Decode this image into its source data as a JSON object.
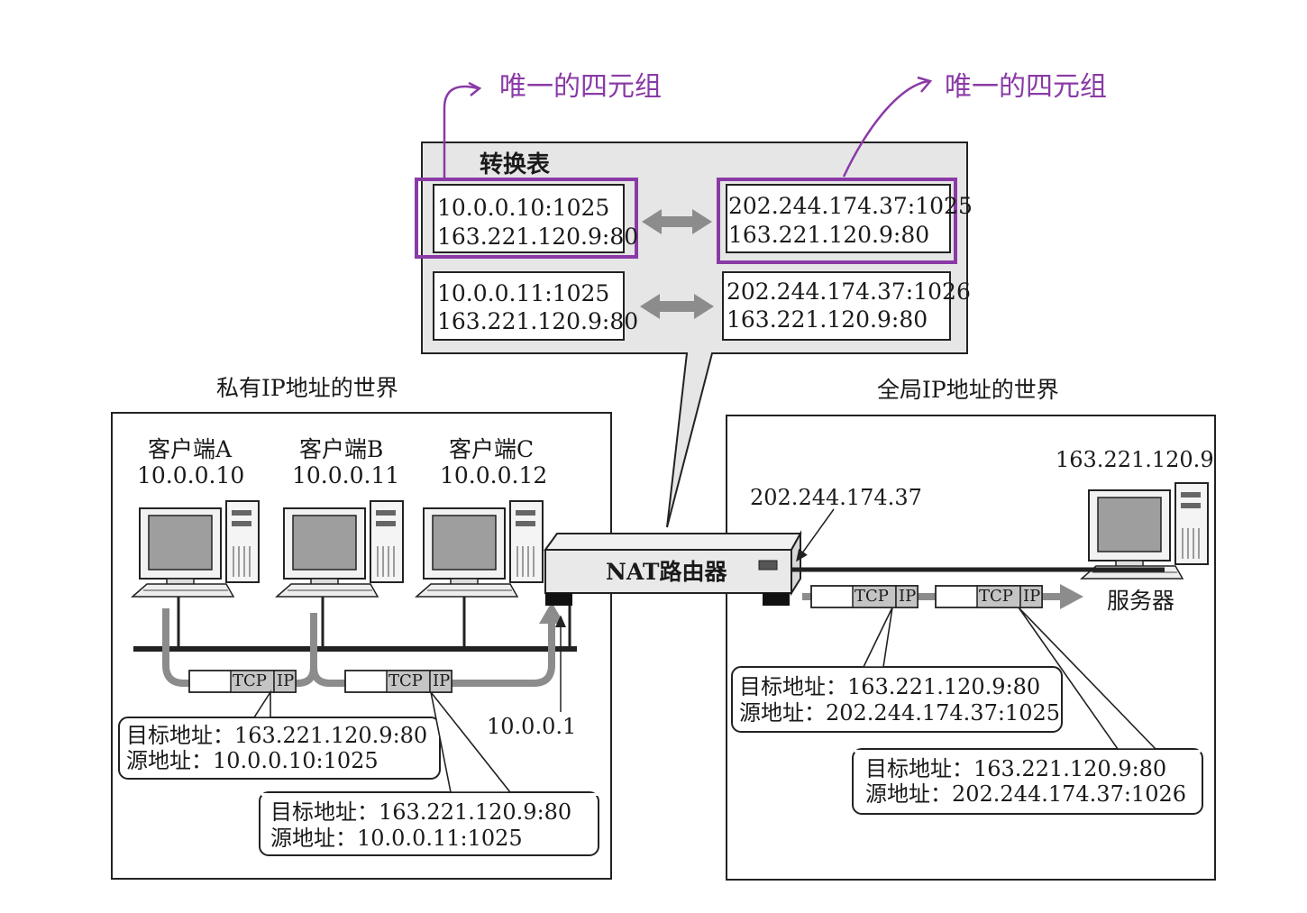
{
  "annotations": {
    "unique_tuple_left": "唯一的四元组",
    "unique_tuple_right": "唯一的四元组"
  },
  "table": {
    "title": "转换表",
    "rows": [
      {
        "private": [
          "10.0.0.10:1025",
          "163.221.120.9:80"
        ],
        "global": [
          "202.244.174.37:1025",
          "163.221.120.9:80"
        ]
      },
      {
        "private": [
          "10.0.0.11:1025",
          "163.221.120.9:80"
        ],
        "global": [
          "202.244.174.37:1026",
          "163.221.120.9:80"
        ]
      }
    ]
  },
  "private_world": {
    "title": "私有IP地址的世界",
    "clients": [
      {
        "name": "客户端A",
        "ip": "10.0.0.10"
      },
      {
        "name": "客户端B",
        "ip": "10.0.0.11"
      },
      {
        "name": "客户端C",
        "ip": "10.0.0.12"
      }
    ],
    "gateway_ip": "10.0.0.1",
    "packet_tcp": "TCP",
    "packet_ip": "IP",
    "callouts": [
      {
        "dst": "目标地址：163.221.120.9:80",
        "src": "源地址：10.0.0.10:1025"
      },
      {
        "dst": "目标地址：163.221.120.9:80",
        "src": "源地址：10.0.0.11:1025"
      }
    ]
  },
  "router": {
    "label": "NAT路由器"
  },
  "global_world": {
    "title": "全局IP地址的世界",
    "router_ip": "202.244.174.37",
    "server_ip": "163.221.120.9",
    "server_label": "服务器",
    "packet_tcp": "TCP",
    "packet_ip": "IP",
    "callouts": [
      {
        "dst": "目标地址：163.221.120.9:80",
        "src": "源地址：202.244.174.37:1025"
      },
      {
        "dst": "目标地址：163.221.120.9:80",
        "src": "源地址：202.244.174.37:1026"
      }
    ]
  },
  "colors": {
    "highlight": "#8a3aa6",
    "panel": "#e6e6e6",
    "arrow": "#8c8c8c",
    "screen": "#9e9e9e"
  }
}
